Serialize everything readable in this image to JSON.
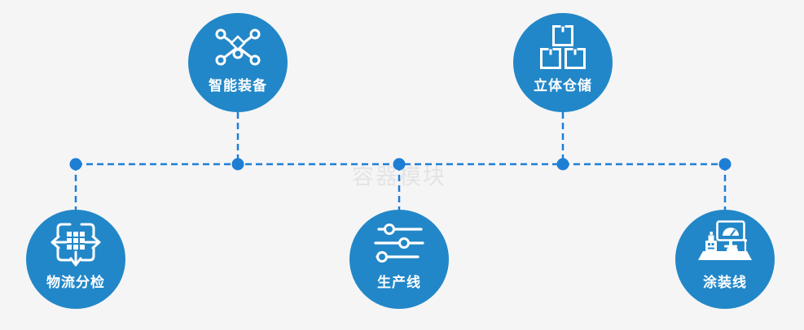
{
  "diagram": {
    "watermark": "容器模块",
    "colors": {
      "background": "#f5f5f6",
      "circle_fill": "#2287c8",
      "connector": "#1e7ed4",
      "label_text": "#ffffff",
      "watermark_text": "#e4e4e6"
    },
    "nodes": [
      {
        "id": "smart-equipment",
        "label": "智能装备",
        "icon": "network-nodes-icon"
      },
      {
        "id": "stereo-warehouse",
        "label": "立体仓储",
        "icon": "stacked-boxes-icon"
      },
      {
        "id": "logistics-sorting",
        "label": "物流分检",
        "icon": "sorting-arrows-icon"
      },
      {
        "id": "production-line",
        "label": "生产线",
        "icon": "sliders-icon"
      },
      {
        "id": "painting-line",
        "label": "涂装线",
        "icon": "control-station-icon"
      }
    ]
  }
}
